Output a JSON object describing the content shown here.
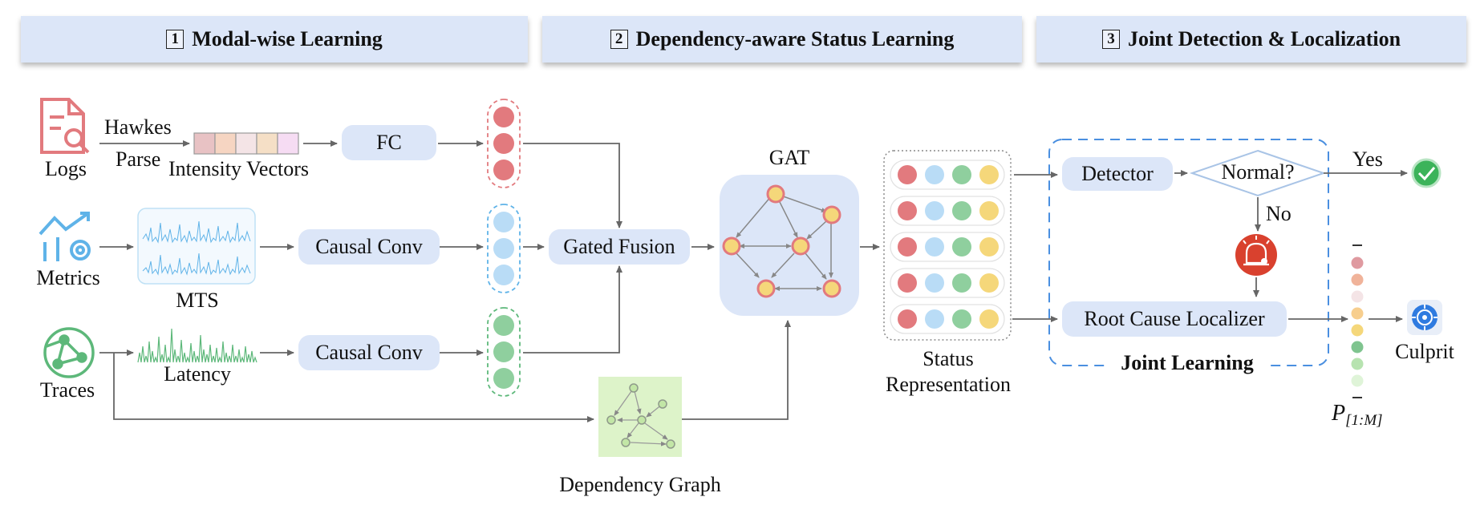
{
  "phases": [
    {
      "num": "1",
      "title": "Modal-wise Learning"
    },
    {
      "num": "2",
      "title": "Dependency-aware Status Learning"
    },
    {
      "num": "3",
      "title": "Joint Detection & Localization"
    }
  ],
  "inputs": {
    "logs": "Logs",
    "metrics": "Metrics",
    "traces": "Traces"
  },
  "labels": {
    "hawkes": "Hawkes",
    "parse": "Parse",
    "intensity_vectors": "Intensity Vectors",
    "mts": "MTS",
    "latency": "Latency",
    "gat": "GAT",
    "dependency_graph": "Dependency Graph",
    "status_line1": "Status",
    "status_line2": "Representation",
    "yes": "Yes",
    "no": "No",
    "joint_learning": "Joint Learning",
    "culprit": "Culprit",
    "p_main": "P",
    "p_sub": "[1:M]"
  },
  "modules": {
    "fc": "FC",
    "causal_conv_1": "Causal Conv",
    "causal_conv_2": "Causal Conv",
    "gated_fusion": "Gated Fusion",
    "detector": "Detector",
    "decision": "Normal?",
    "root_cause_localizer": "Root Cause Localizer"
  },
  "colors": {
    "module_fill": "#dce6f8",
    "log_red": "#e27a7e",
    "metric_blue": "#5fb3e8",
    "trace_green": "#5db87a",
    "node_yellow": "#f5d77a",
    "alarm_red": "#d9412e",
    "check_green": "#3cb35a",
    "culprit_blue": "#2f7be0",
    "dashed_blue": "#4a8fe0"
  }
}
